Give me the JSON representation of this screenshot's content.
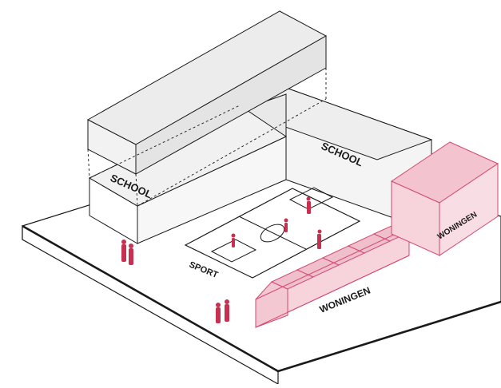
{
  "labels": {
    "school_left": "SCHOOL",
    "school_right": "SCHOOL",
    "sport": "SPORT",
    "woningen_row": "WONINGEN",
    "woningen_block": "WONINGEN"
  },
  "colors": {
    "building_gray": "#efefef",
    "building_gray_light": "#f6f6f6",
    "building_gray_dark": "#e2e2e2",
    "housing_pink": "#f7d3dc",
    "housing_pink_dark": "#efbfcb",
    "housing_stroke": "#d24a6e",
    "people": "#c8304f",
    "outline": "#1a1a1a"
  },
  "icons": [
    "person-icon",
    "soccer-field-icon",
    "house-icon"
  ]
}
